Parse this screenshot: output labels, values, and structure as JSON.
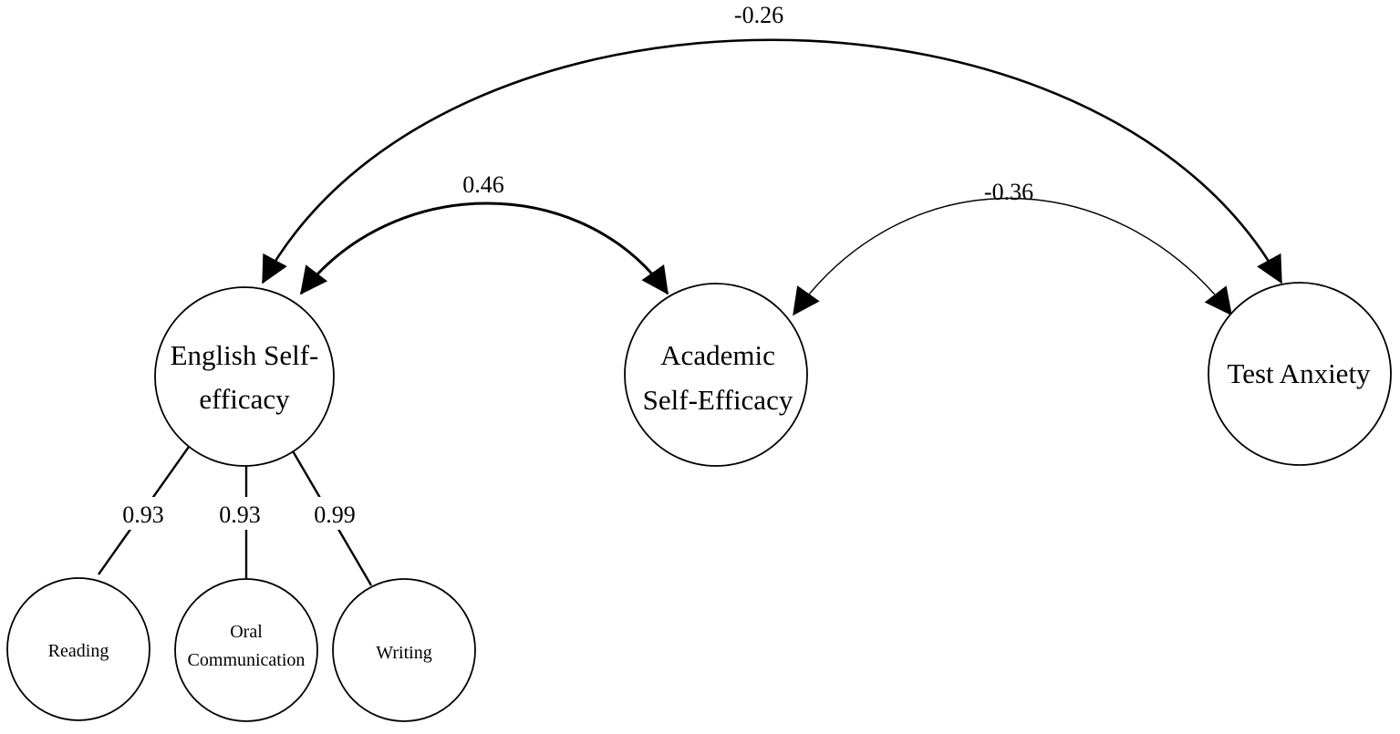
{
  "diagram": {
    "latent_nodes": {
      "english_self_efficacy": {
        "lines": [
          "English Self-",
          "efficacy"
        ]
      },
      "academic_self_efficacy": {
        "lines": [
          "Academic",
          "Self-Efficacy"
        ]
      },
      "test_anxiety": {
        "lines": [
          "Test Anxiety"
        ]
      }
    },
    "indicator_nodes": {
      "reading": {
        "lines": [
          "Reading"
        ]
      },
      "oral_communication": {
        "lines": [
          "Oral",
          "Communication"
        ]
      },
      "writing": {
        "lines": [
          "Writing"
        ]
      }
    },
    "correlations": {
      "english_test_anxiety": "-0.26",
      "english_academic": "0.46",
      "academic_test_anxiety": "-0.36"
    },
    "loadings": {
      "reading": "0.93",
      "oral_communication": "0.93",
      "writing": "0.99"
    }
  }
}
